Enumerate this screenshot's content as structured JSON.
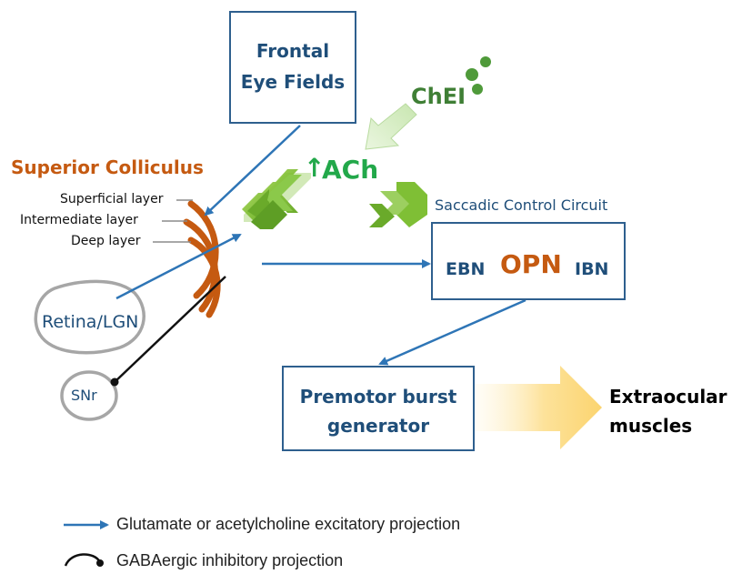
{
  "colors": {
    "navy": "#1f4e79",
    "box_border": "#2e5f8e",
    "excitatory_arrow": "#2e75b6",
    "inhibitory": "#111111",
    "sc_orange": "#c55a11",
    "ach_green": "#22a84a",
    "chevron_green": "#7fbf35",
    "gray_outline": "#a6a6a6"
  },
  "labels": {
    "superior_colliculus": "Superior Colliculus",
    "superficial_layer": "Superficial layer",
    "intermediate_layer": "Intermediate layer",
    "deep_layer": "Deep layer",
    "frontal_eye_fields_line1": "Frontal",
    "frontal_eye_fields_line2": "Eye Fields",
    "chei": "ChEI",
    "ach_arrow": "↑",
    "ach": "ACh",
    "saccadic_control_circuit": "Saccadic Control Circuit",
    "ebn": "EBN",
    "opn": "OPN",
    "ibn": "IBN",
    "retina_lgn": "Retina/LGN",
    "snr": "SNr",
    "premotor_line1": "Premotor burst",
    "premotor_line2": "generator",
    "extraocular_line1": "Extraocular",
    "extraocular_line2": "muscles"
  },
  "legend": {
    "excitatory": "Glutamate or acetylcholine excitatory projection",
    "inhibitory": "GABAergic inhibitory projection"
  }
}
